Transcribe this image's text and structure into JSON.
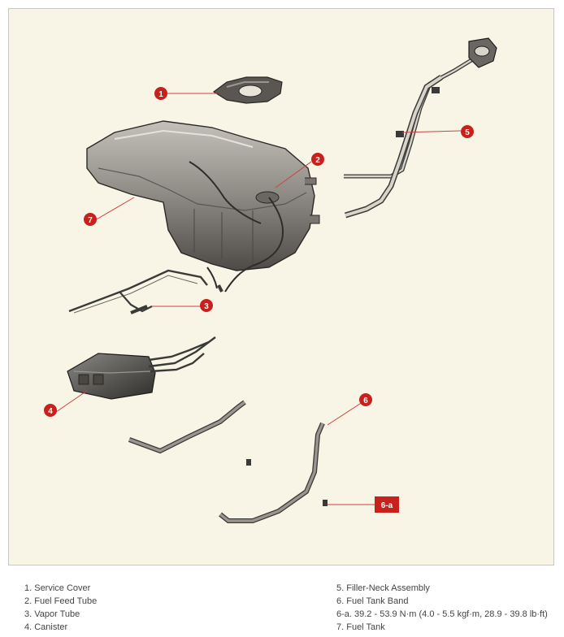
{
  "callouts": {
    "c1": "1",
    "c2": "2",
    "c3": "3",
    "c4": "4",
    "c5": "5",
    "c6": "6",
    "c6a": "6-a",
    "c7": "7"
  },
  "legend": {
    "left": [
      "1. Service Cover",
      "2. Fuel Feed Tube",
      "3. Vapor Tube",
      "4. Canister"
    ],
    "right": [
      "5. Filler-Neck Assembly",
      "6. Fuel Tank Band",
      "6-a. 39.2 - 53.9 N·m (4.0 - 5.5 kgf·m, 28.9 - 39.8 lb·ft)",
      "7. Fuel Tank"
    ]
  },
  "colors": {
    "callout_red": "#c8201c",
    "leader_line": "#d04040",
    "part_metal": "#8a8680",
    "part_dark": "#3a3a38"
  }
}
